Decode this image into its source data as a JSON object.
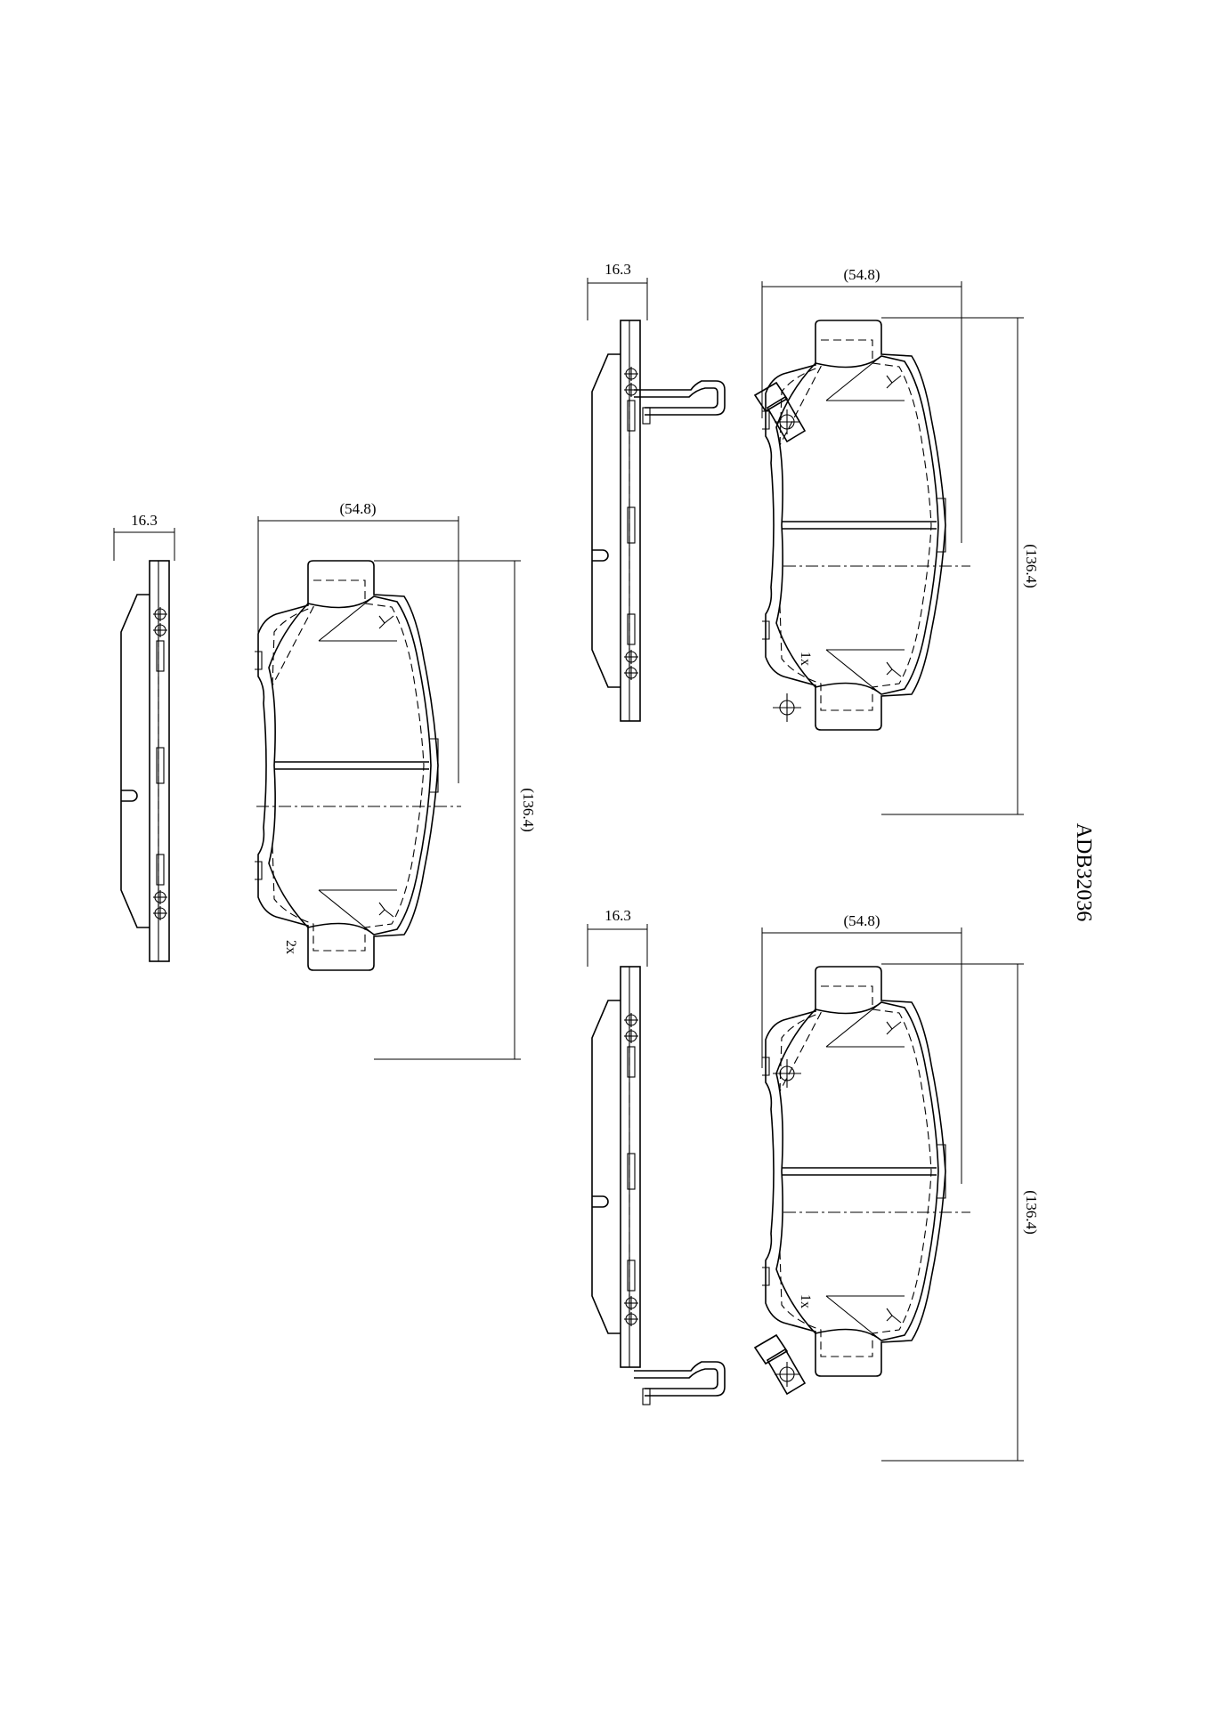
{
  "drawing_code": "ADB32036",
  "views": [
    {
      "name": "left-pad-set",
      "thickness_label": "16.3",
      "width_label": "(54.8)",
      "length_label": "(136.4)",
      "quantity_label": "2x"
    },
    {
      "name": "top-right-pad",
      "thickness_label": "16.3",
      "width_label": "(54.8)",
      "length_label": "(136.4)",
      "quantity_label": "1x"
    },
    {
      "name": "bottom-right-pad",
      "thickness_label": "16.3",
      "width_label": "(54.8)",
      "length_label": "(136.4)",
      "quantity_label": "1x"
    }
  ]
}
